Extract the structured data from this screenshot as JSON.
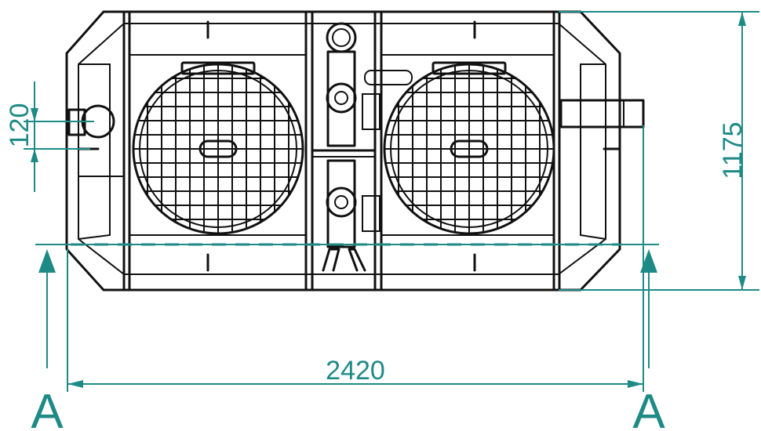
{
  "dimensions": {
    "overall_length": "2420",
    "overall_width": "1175",
    "inlet_offset": "120"
  },
  "section": {
    "left_marker": "A",
    "right_marker": "A"
  },
  "colors": {
    "dimension": "#1e8a86",
    "ink": "#111111"
  },
  "grid_cells": {
    "rows": 12,
    "cols": 12
  }
}
